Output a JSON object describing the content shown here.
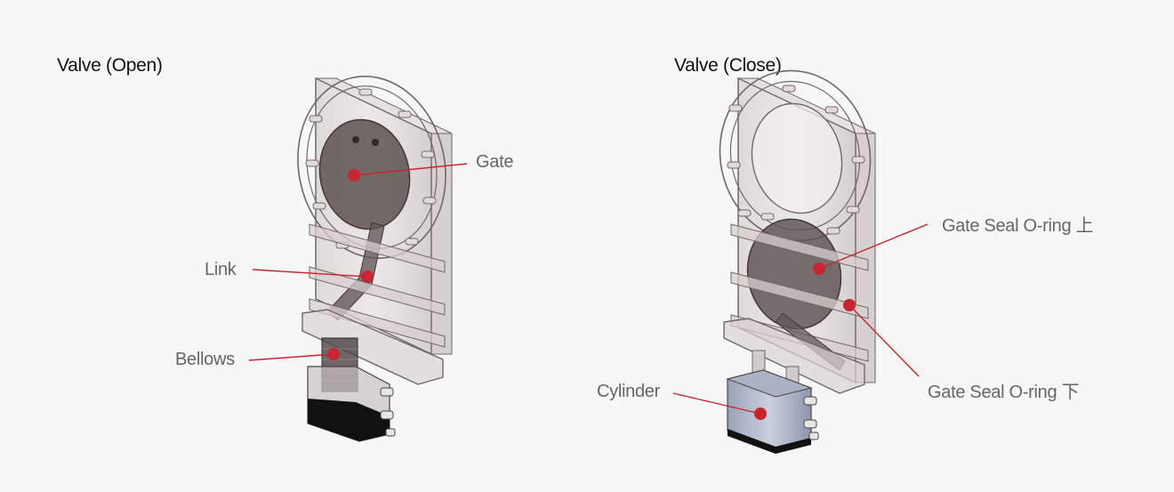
{
  "panels": [
    {
      "title": "Valve (Open)"
    },
    {
      "title": "Valve (Close)"
    }
  ],
  "callouts": {
    "gate": "Gate",
    "link": "Link",
    "bellows": "Bellows",
    "gate_seal_upper": "Gate Seal O-ring 上",
    "gate_seal_lower": "Gate Seal O-ring 下",
    "cylinder": "Cylinder"
  },
  "colors": {
    "marker": "#c8252f",
    "leader": "#c8252f",
    "label": "#666666"
  }
}
